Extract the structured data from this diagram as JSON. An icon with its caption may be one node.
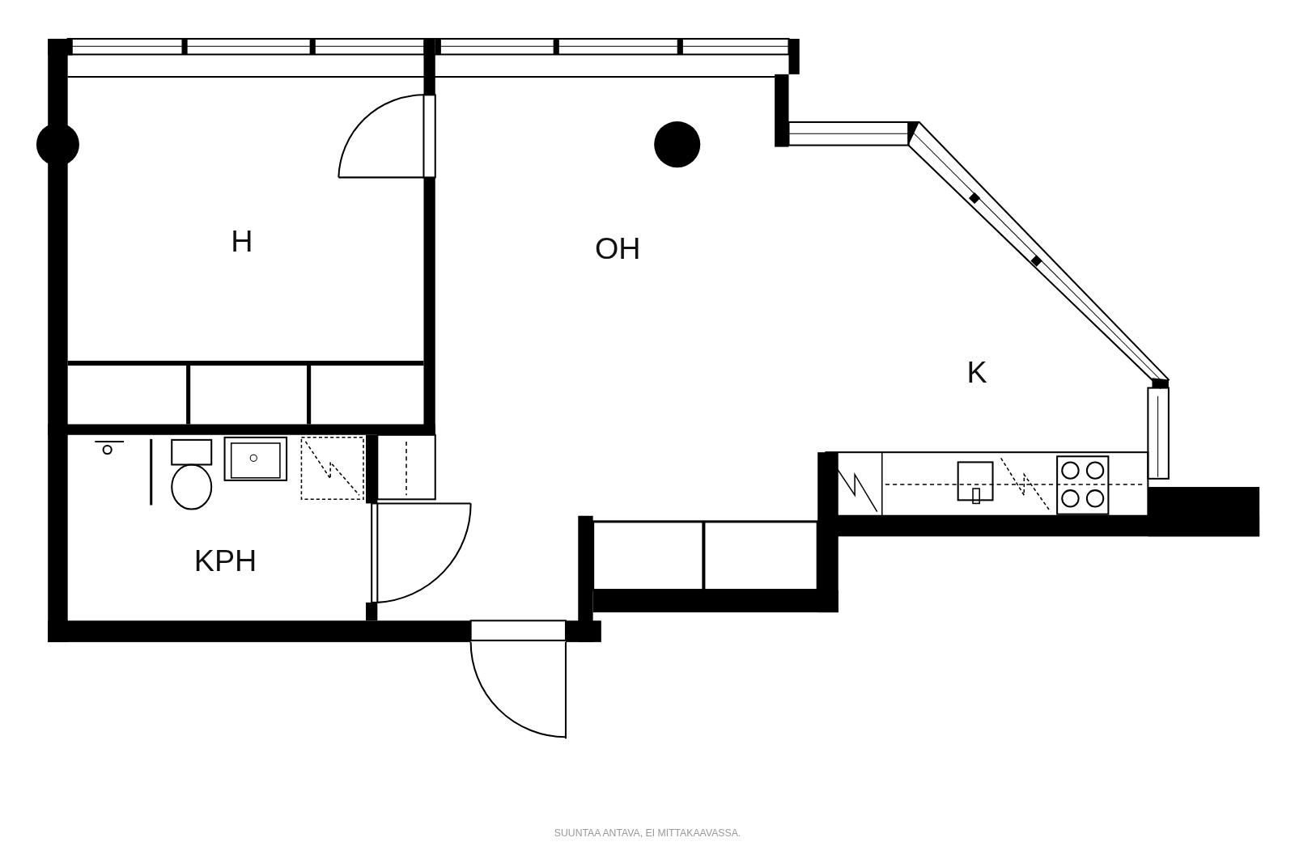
{
  "diagram": {
    "caption": "SUUNTAA ANTAVA, EI MITTAKAAVASSA.",
    "labels": [
      "H",
      "OH",
      "K",
      "KPH"
    ]
  }
}
